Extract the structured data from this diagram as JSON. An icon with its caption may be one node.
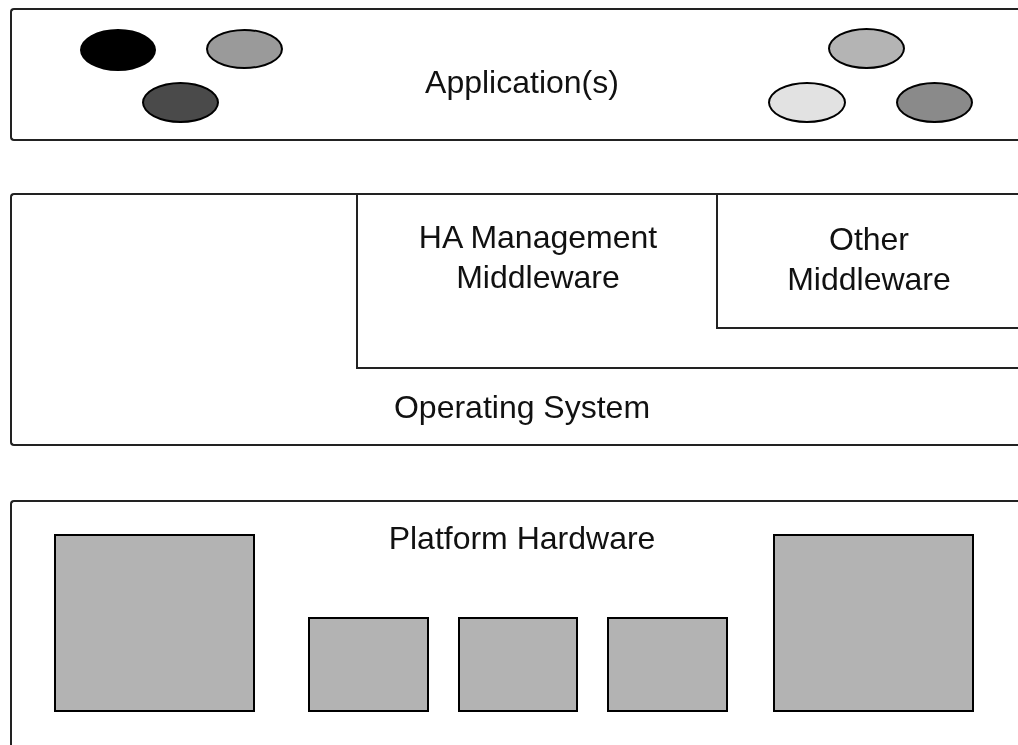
{
  "diagram": {
    "nodes": [
      {
        "text": [
          "Application(s)"
        ]
      },
      {
        "text": [],
        "shape": "ellipse",
        "in": 0
      },
      {
        "text": [],
        "shape": "ellipse",
        "in": 0
      },
      {
        "text": [],
        "shape": "ellipse",
        "in": 0
      },
      {
        "text": [],
        "shape": "ellipse",
        "in": 0
      },
      {
        "text": [],
        "shape": "ellipse",
        "in": 0
      },
      {
        "text": [],
        "shape": "ellipse",
        "in": 0
      },
      {
        "text": [
          "Operating System"
        ]
      },
      {
        "text": [
          "HA Management Middleware"
        ],
        "in": 7
      },
      {
        "text": [
          "Other Middleware"
        ],
        "in": 8
      },
      {
        "text": [
          "Platform Hardware"
        ]
      },
      {
        "text": [],
        "shape": "box",
        "in": 10
      },
      {
        "text": [],
        "shape": "box",
        "in": 10
      },
      {
        "text": [],
        "shape": "box",
        "in": 10
      },
      {
        "text": [],
        "shape": "box",
        "in": 10
      },
      {
        "text": [],
        "shape": "box",
        "in": 10
      }
    ]
  }
}
